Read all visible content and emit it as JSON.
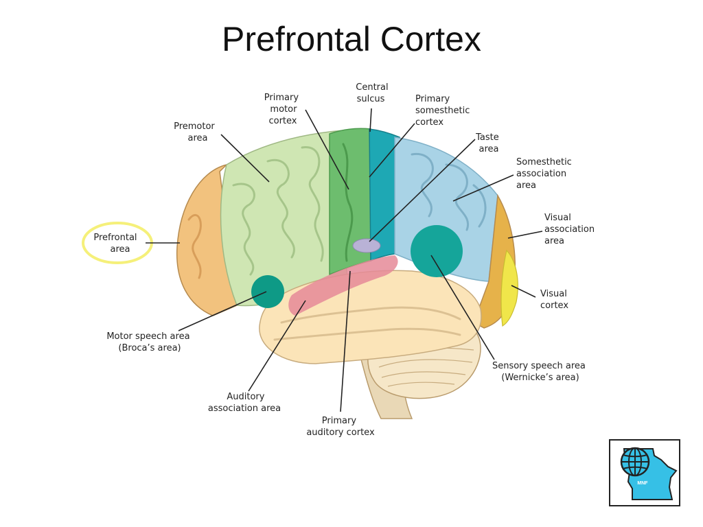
{
  "title": "Prefrontal Cortex",
  "labels": {
    "primary_motor": [
      "Primary",
      "motor",
      "cortex"
    ],
    "central_sulcus": [
      "Central",
      "sulcus"
    ],
    "primary_somesthetic": [
      "Primary",
      "somesthetic",
      "cortex"
    ],
    "premotor": [
      "Premotor",
      "area"
    ],
    "taste": [
      "Taste",
      "area"
    ],
    "somesthetic_assoc": [
      "Somesthetic",
      "association",
      "area"
    ],
    "prefrontal": [
      "Prefrontal",
      "area"
    ],
    "visual_assoc": [
      "Visual",
      "association",
      "area"
    ],
    "visual_cortex": [
      "Visual",
      "cortex"
    ],
    "motor_speech": [
      "Motor speech area",
      "(Broca’s area)"
    ],
    "sensory_speech": [
      "Sensory speech area",
      "(Wernicke’s area)"
    ],
    "auditory_assoc": [
      "Auditory",
      "association area"
    ],
    "primary_auditory": [
      "Primary",
      "auditory cortex"
    ]
  },
  "logo": {
    "text": "MNF"
  },
  "colors": {
    "prefrontal": "#f2c27e",
    "premotor": "#cfe6b3",
    "motor": "#6dbd6e",
    "somesthetic": "#1ea8b4",
    "somesthetic_assoc": "#a9d3e6",
    "visual_assoc": "#e6b24a",
    "visual": "#f0e64a",
    "temporal": "#fbe4b8",
    "broca": "#0e9a86",
    "wernicke": "#15a59a",
    "auditory": "#e58a98",
    "cerebellum": "#f6e7c8",
    "highlight": "#f5f07a",
    "logo_state": "#36c0e6"
  }
}
